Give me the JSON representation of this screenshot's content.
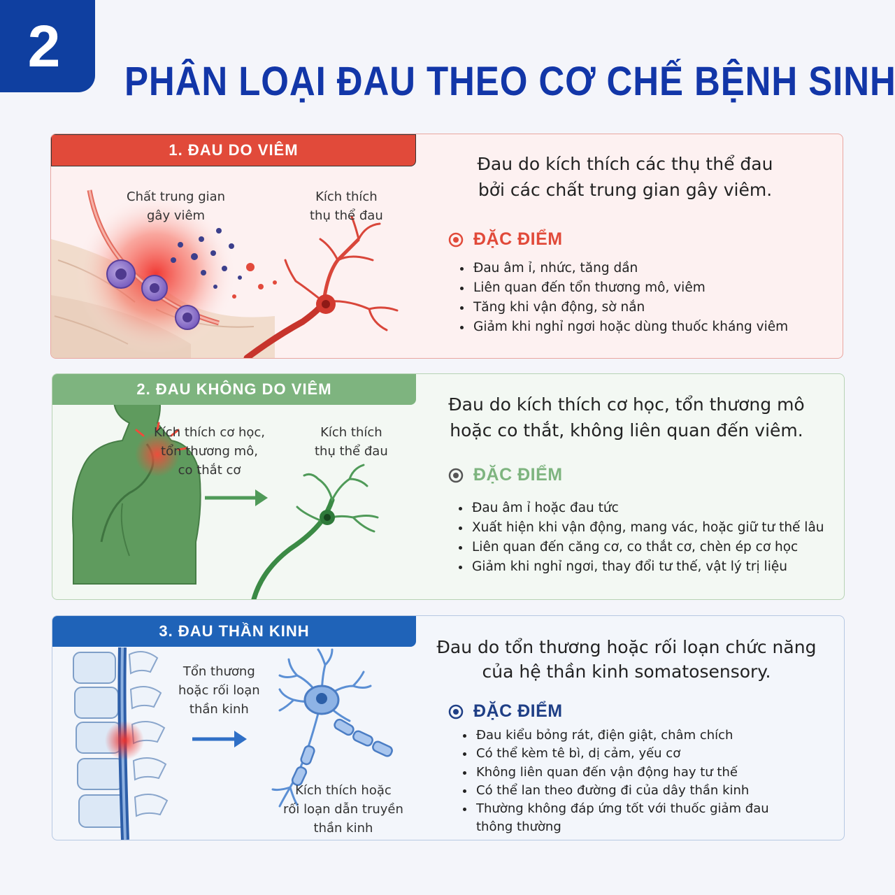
{
  "header": {
    "badge": "2",
    "title": "PHÂN LOẠI ĐAU THEO CƠ CHẾ BỆNH SINH"
  },
  "colors": {
    "title": "#1236a8",
    "red": "#e14a3a",
    "green": "#7eb47f",
    "blue": "#1f63b8"
  },
  "cards": [
    {
      "tab": "1. ĐAU DO VIÊM",
      "label_a": [
        "Chất trung gian",
        "gây viêm"
      ],
      "label_b": [
        "Kích thích",
        "thụ thể đau"
      ],
      "desc": [
        "Đau do kích thích các thụ thể đau",
        "bởi các chất trung gian gây viêm."
      ],
      "feature_title": "ĐẶC ĐIỂM",
      "features": [
        "Đau âm ỉ, nhức, tăng dần",
        "Liên quan đến tổn thương mô, viêm",
        "Tăng khi vận động, sờ nắn",
        "Giảm khi nghỉ ngơi hoặc dùng thuốc kháng viêm"
      ]
    },
    {
      "tab": "2. ĐAU KHÔNG DO VIÊM",
      "label_a": [
        "Kích thích cơ học,",
        "tổn thương mô,",
        "co thắt cơ"
      ],
      "label_b": [
        "Kích thích",
        "thụ thể đau"
      ],
      "desc": [
        "Đau do kích thích cơ học, tổn thương mô",
        "hoặc co thắt, không liên quan đến viêm."
      ],
      "feature_title": "ĐẶC ĐIỂM",
      "features": [
        "Đau âm ỉ hoặc đau tức",
        "Xuất hiện khi vận động, mang vác, hoặc giữ tư thế lâu",
        "Liên quan đến căng cơ, co thắt cơ, chèn ép cơ học",
        "Giảm khi nghỉ ngơi, thay đổi tư thế, vật lý trị liệu"
      ]
    },
    {
      "tab": "3. ĐAU THẦN KINH",
      "label_a": [
        "Tổn thương",
        "hoặc rối loạn",
        "thần kinh"
      ],
      "label_b": [
        "Kích thích hoặc",
        "rối loạn dẫn truyền",
        "thần kinh"
      ],
      "desc": [
        "Đau do tổn thương hoặc rối loạn chức năng",
        "của hệ thần kinh somatosensory."
      ],
      "feature_title": "ĐẶC ĐIỂM",
      "features": [
        "Đau kiểu bỏng rát, điện giật, châm chích",
        "Có thể kèm tê bì, dị cảm, yếu cơ",
        "Không liên quan đến vận động hay tư thế",
        "Có thể lan theo đường đi của dây thần kinh",
        "Thường không đáp ứng tốt với thuốc giảm đau thông thường"
      ]
    }
  ]
}
